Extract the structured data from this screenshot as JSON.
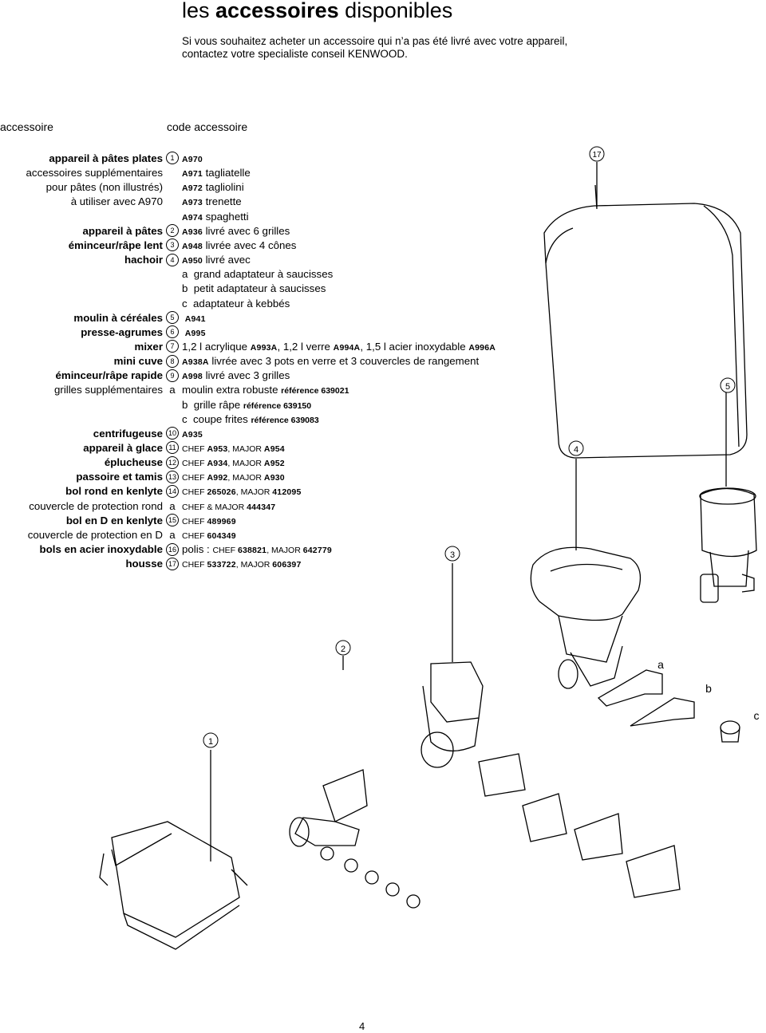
{
  "title": {
    "pre": "les ",
    "bold": "accessoires",
    "post": " disponibles"
  },
  "intro": "Si vous souhaitez acheter un accessoire qui n’a pas été livré avec votre appareil, contactez votre specialiste conseil KENWOOD.",
  "headers": {
    "accessory": "accessoire",
    "code": "code accessoire"
  },
  "rows": [
    {
      "label": "appareil à pâtes plates",
      "bold": true,
      "mark": "1",
      "circle": true,
      "parts": [
        [
          "c",
          "A970"
        ]
      ]
    },
    {
      "label": "accessoires supplémentaires",
      "bold": false,
      "mark": "",
      "circle": false,
      "parts": [
        [
          "c",
          "A971"
        ],
        [
          "t",
          " tagliatelle"
        ]
      ]
    },
    {
      "label": "pour pâtes (non illustrés)",
      "bold": false,
      "mark": "",
      "circle": false,
      "parts": [
        [
          "c",
          "A972"
        ],
        [
          "t",
          " tagliolini"
        ]
      ]
    },
    {
      "label": "à utiliser avec A970",
      "bold": false,
      "mark": "",
      "circle": false,
      "parts": [
        [
          "c",
          "A973"
        ],
        [
          "t",
          " trenette"
        ]
      ]
    },
    {
      "label": "",
      "bold": false,
      "mark": "",
      "circle": false,
      "parts": [
        [
          "c",
          "A974"
        ],
        [
          "t",
          " spaghetti"
        ]
      ]
    },
    {
      "label": "appareil à pâtes",
      "bold": true,
      "mark": "2",
      "circle": true,
      "parts": [
        [
          "c",
          "A936"
        ],
        [
          "t",
          " livré avec 6 grilles"
        ]
      ]
    },
    {
      "label": "éminceur/râpe lent",
      "bold": true,
      "mark": "3",
      "circle": true,
      "parts": [
        [
          "c",
          "A948"
        ],
        [
          "t",
          " livrée avec 4 cônes"
        ]
      ]
    },
    {
      "label": "hachoir",
      "bold": true,
      "mark": "4",
      "circle": true,
      "parts": [
        [
          "c",
          "A950"
        ],
        [
          "t",
          " livré avec"
        ]
      ]
    },
    {
      "label": "",
      "bold": false,
      "mark": "",
      "circle": false,
      "parts": [
        [
          "t",
          "a  grand adaptateur à saucisses"
        ]
      ]
    },
    {
      "label": "",
      "bold": false,
      "mark": "",
      "circle": false,
      "parts": [
        [
          "t",
          "b  petit adaptateur à saucisses"
        ]
      ]
    },
    {
      "label": "",
      "bold": false,
      "mark": "",
      "circle": false,
      "parts": [
        [
          "t",
          "c  adaptateur à kebbés"
        ]
      ]
    },
    {
      "label": "moulin à céréales",
      "bold": true,
      "mark": "5",
      "circle": true,
      "parts": [
        [
          "t",
          " "
        ],
        [
          "c",
          "A941"
        ]
      ]
    },
    {
      "label": "presse-agrumes",
      "bold": true,
      "mark": "6",
      "circle": true,
      "parts": [
        [
          "t",
          " "
        ],
        [
          "c",
          "A995"
        ]
      ]
    },
    {
      "label": "mixer",
      "bold": true,
      "mark": "7",
      "circle": true,
      "parts": [
        [
          "t",
          "1,2 l acrylique "
        ],
        [
          "c",
          "A993A"
        ],
        [
          "t",
          ", 1,2 l verre "
        ],
        [
          "c",
          "A994A"
        ],
        [
          "t",
          ", 1,5 l acier inoxydable "
        ],
        [
          "c",
          "A996A"
        ]
      ]
    },
    {
      "label": "mini cuve",
      "bold": true,
      "mark": "8",
      "circle": true,
      "parts": [
        [
          "c",
          "A938A"
        ],
        [
          "t",
          " livrée avec 3 pots en verre et 3 couvercles de rangement"
        ]
      ]
    },
    {
      "label": "éminceur/râpe rapide",
      "bold": true,
      "mark": "9",
      "circle": true,
      "parts": [
        [
          "c",
          "A998"
        ],
        [
          "t",
          " livré avec 3 grilles"
        ]
      ]
    },
    {
      "label": "grilles supplémentaires",
      "bold": false,
      "mark": "a",
      "circle": false,
      "parts": [
        [
          "t",
          "moulin extra robuste "
        ],
        [
          "r",
          "référence 639021"
        ]
      ]
    },
    {
      "label": "",
      "bold": false,
      "mark": "",
      "circle": false,
      "parts": [
        [
          "t",
          "b  grille râpe "
        ],
        [
          "r",
          "référence 639150"
        ]
      ]
    },
    {
      "label": "",
      "bold": false,
      "mark": "",
      "circle": false,
      "parts": [
        [
          "t",
          "c  coupe frites "
        ],
        [
          "r",
          "référence 639083"
        ]
      ]
    },
    {
      "label": "centrifugeuse",
      "bold": true,
      "mark": "10",
      "circle": true,
      "parts": [
        [
          "c",
          "A935"
        ]
      ]
    },
    {
      "label": "appareil à glace",
      "bold": true,
      "mark": "11",
      "circle": true,
      "parts": [
        [
          "s",
          "CHEF "
        ],
        [
          "c",
          "A953"
        ],
        [
          "s",
          ", MAJOR "
        ],
        [
          "c",
          "A954"
        ]
      ]
    },
    {
      "label": "éplucheuse",
      "bold": true,
      "mark": "12",
      "circle": true,
      "parts": [
        [
          "s",
          "CHEF "
        ],
        [
          "c",
          "A934"
        ],
        [
          "s",
          ", MAJOR "
        ],
        [
          "c",
          "A952"
        ]
      ]
    },
    {
      "label": "passoire et tamis",
      "bold": true,
      "mark": "13",
      "circle": true,
      "parts": [
        [
          "s",
          "CHEF "
        ],
        [
          "c",
          "A992"
        ],
        [
          "s",
          ", MAJOR "
        ],
        [
          "c",
          "A930"
        ]
      ]
    },
    {
      "label": "bol rond en kenlyte",
      "bold": true,
      "mark": "14",
      "circle": true,
      "parts": [
        [
          "s",
          "CHEF "
        ],
        [
          "c",
          "265026"
        ],
        [
          "s",
          ", MAJOR "
        ],
        [
          "c",
          "412095"
        ]
      ]
    },
    {
      "label": "couvercle de protection rond",
      "bold": false,
      "mark": "a",
      "circle": false,
      "parts": [
        [
          "s",
          "CHEF & MAJOR "
        ],
        [
          "c",
          "444347"
        ]
      ]
    },
    {
      "label": "bol en D en kenlyte",
      "bold": true,
      "mark": "15",
      "circle": true,
      "parts": [
        [
          "s",
          "CHEF "
        ],
        [
          "c",
          "489969"
        ]
      ]
    },
    {
      "label": "couvercle de protection en D",
      "bold": false,
      "mark": "a",
      "circle": false,
      "parts": [
        [
          "s",
          "CHEF "
        ],
        [
          "c",
          "604349"
        ]
      ]
    },
    {
      "label": "bols en acier inoxydable",
      "bold": true,
      "mark": "16",
      "circle": true,
      "parts": [
        [
          "t",
          "polis : "
        ],
        [
          "s",
          "CHEF "
        ],
        [
          "c",
          "638821"
        ],
        [
          "s",
          ", MAJOR "
        ],
        [
          "c",
          "642779"
        ]
      ]
    },
    {
      "label": "housse",
      "bold": true,
      "mark": "17",
      "circle": true,
      "parts": [
        [
          "s",
          "CHEF "
        ],
        [
          "c",
          "533722"
        ],
        [
          "s",
          ", MAJOR "
        ],
        [
          "c",
          "606397"
        ]
      ]
    }
  ],
  "callouts": {
    "n17": "17",
    "n5": "5",
    "n4": "4",
    "n3": "3",
    "n2": "2",
    "n1": "1",
    "a": "a",
    "b": "b",
    "c": "c"
  },
  "page_number": "4"
}
